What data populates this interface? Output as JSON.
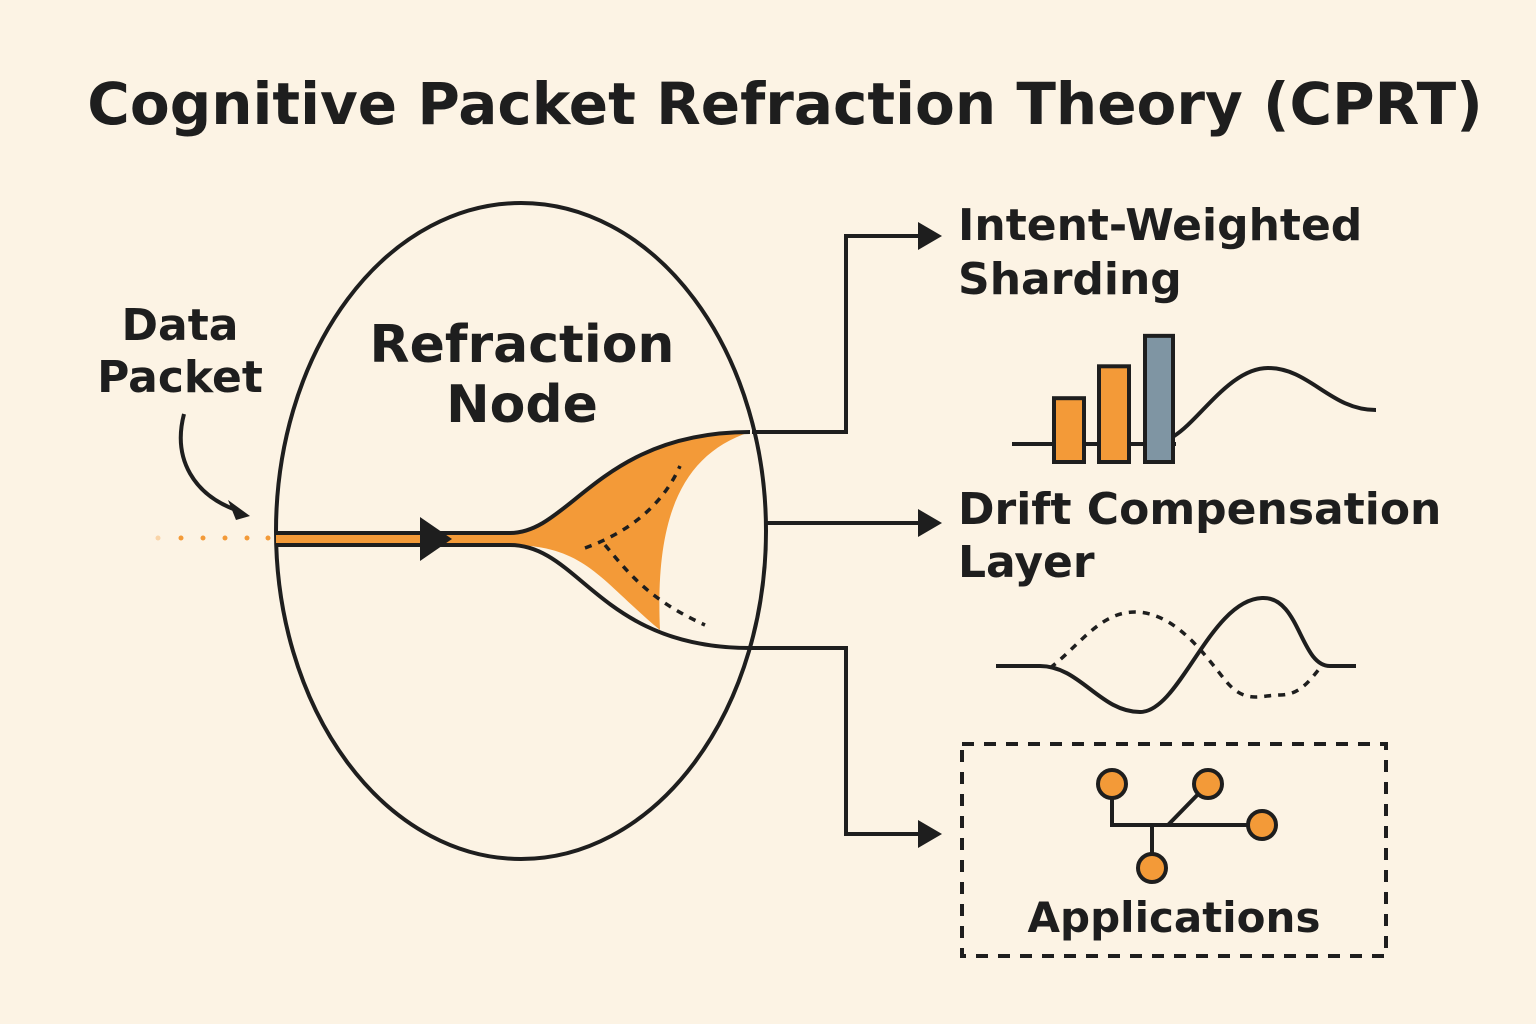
{
  "title": "Cognitive Packet Refraction Theory (CPRT)",
  "input_label": {
    "line1": "Data",
    "line2": "Packet"
  },
  "node_label": {
    "line1": "Refraction",
    "line2": "Node"
  },
  "outputs": [
    {
      "line1": "Intent-Weighted",
      "line2": "Sharding"
    },
    {
      "line1": "Drift Compensation",
      "line2": "Layer"
    },
    {
      "line1": "Applications"
    }
  ],
  "colors": {
    "background": "#fcf3e4",
    "accent_orange": "#f39a38",
    "bar_gray": "#7f95a3",
    "ink": "#1e1e1e"
  },
  "icons": {
    "bars": "bar-chart-icon",
    "wave": "wave-icon",
    "drift": "drift-wave-icon",
    "network": "network-tree-icon"
  },
  "bar_levels": [
    0.44,
    0.66,
    0.87
  ]
}
